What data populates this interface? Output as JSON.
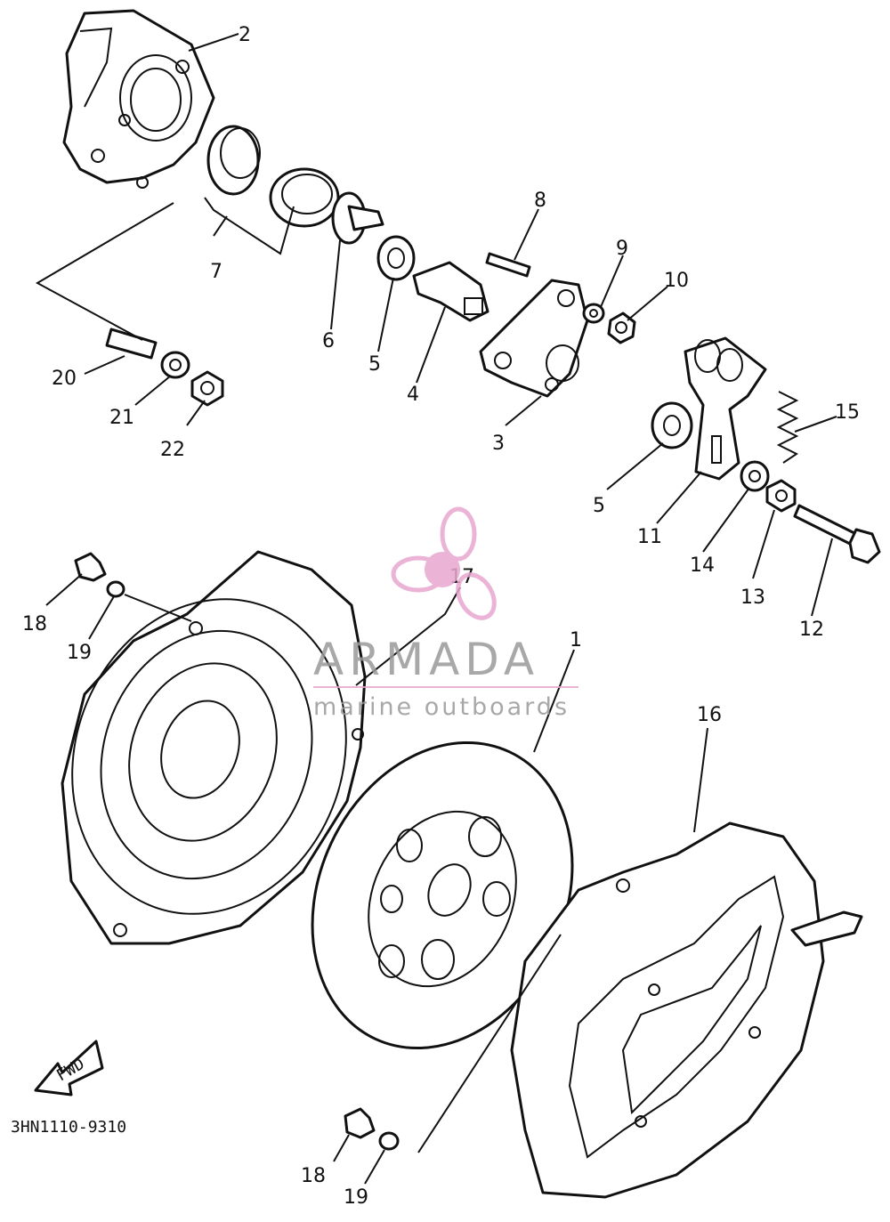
{
  "diagram_code": "3HN1110-9310",
  "fwd_label": "FWD",
  "watermark": {
    "brand": "ARMADA",
    "tagline": "marine outboards",
    "color_text": "#9a9a9a",
    "color_logo": "#e8a8cf"
  },
  "callouts": {
    "c1": "1",
    "c2": "2",
    "c3": "3",
    "c4": "4",
    "c5a": "5",
    "c5b": "5",
    "c6": "6",
    "c7": "7",
    "c8": "8",
    "c9": "9",
    "c10": "10",
    "c11": "11",
    "c12": "12",
    "c13": "13",
    "c14": "14",
    "c15": "15",
    "c16": "16",
    "c17": "17",
    "c18a": "18",
    "c18b": "18",
    "c19a": "19",
    "c19b": "19",
    "c20": "20",
    "c21": "21",
    "c22": "22"
  }
}
